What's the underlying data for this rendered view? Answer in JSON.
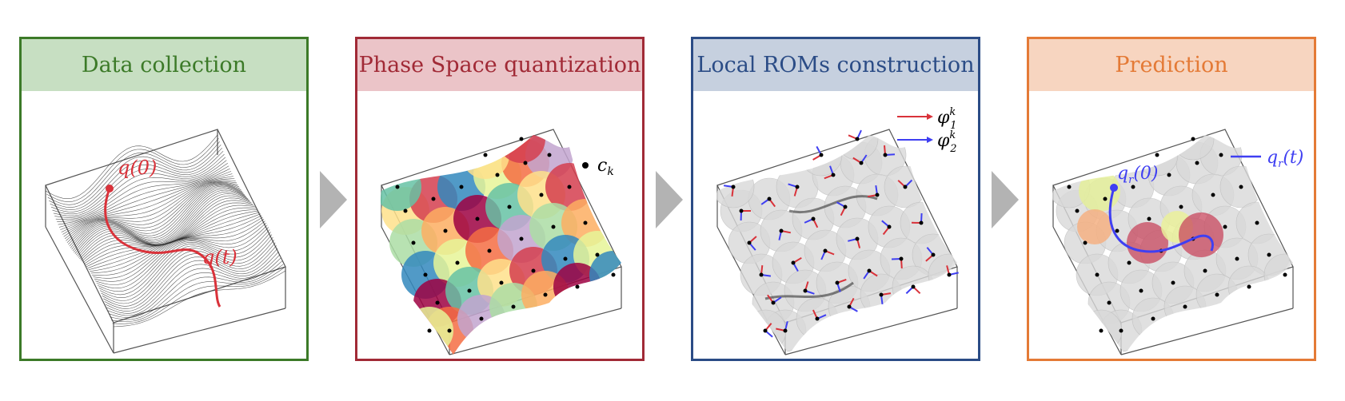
{
  "panels": [
    {
      "title": "Data collection"
    },
    {
      "title": "Phase Space quantization"
    },
    {
      "title": "Local ROMs construction"
    },
    {
      "title": "Prediction"
    }
  ],
  "labels": {
    "q0": "q(0)",
    "qt": "q(t)",
    "ck": "c",
    "ck_sub": "k",
    "phi1": "φ",
    "phi1_sub": "1",
    "phi1_sup": "k",
    "phi2": "φ",
    "phi2_sub": "2",
    "phi2_sup": "k",
    "qr0": "q",
    "qr0_sub": "r",
    "qr0_arg": "(0)",
    "qrt": "q",
    "qrt_sub": "r",
    "qrt_arg": "(t)"
  },
  "colors": {
    "data_collection": "#3c7a28",
    "quantization": "#a12a36",
    "roms": "#2b4c86",
    "prediction": "#e47a36",
    "trajectory": "#d9323a",
    "reduced_trajectory": "#3f3ff2",
    "arrow": "#b3b3b3"
  }
}
